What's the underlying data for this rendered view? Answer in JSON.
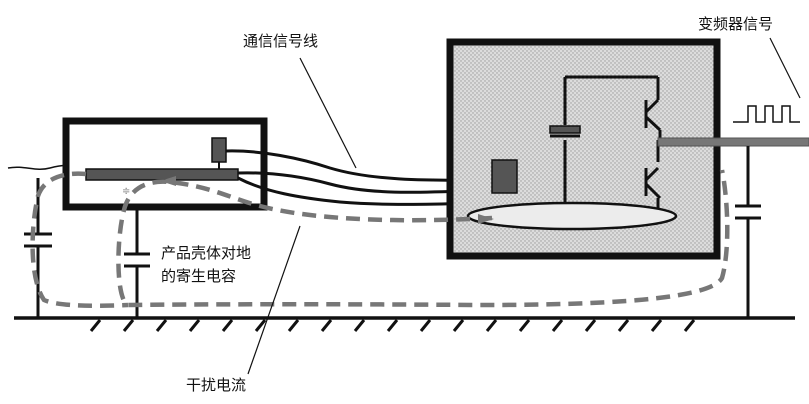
{
  "labels": {
    "comm_cable": "通信信号线",
    "vfd_signal": "变频器信号",
    "parasitic_cap_line1": "产品壳体对地",
    "parasitic_cap_line2": "的寄生电容",
    "interference_current": "干扰电流"
  },
  "colors": {
    "line": "#111111",
    "dashed_path": "#7a7a7a",
    "vfd_fill": "#d6d6d6",
    "component_fill": "#555555",
    "ellipse_fill": "#e8e8e8"
  }
}
